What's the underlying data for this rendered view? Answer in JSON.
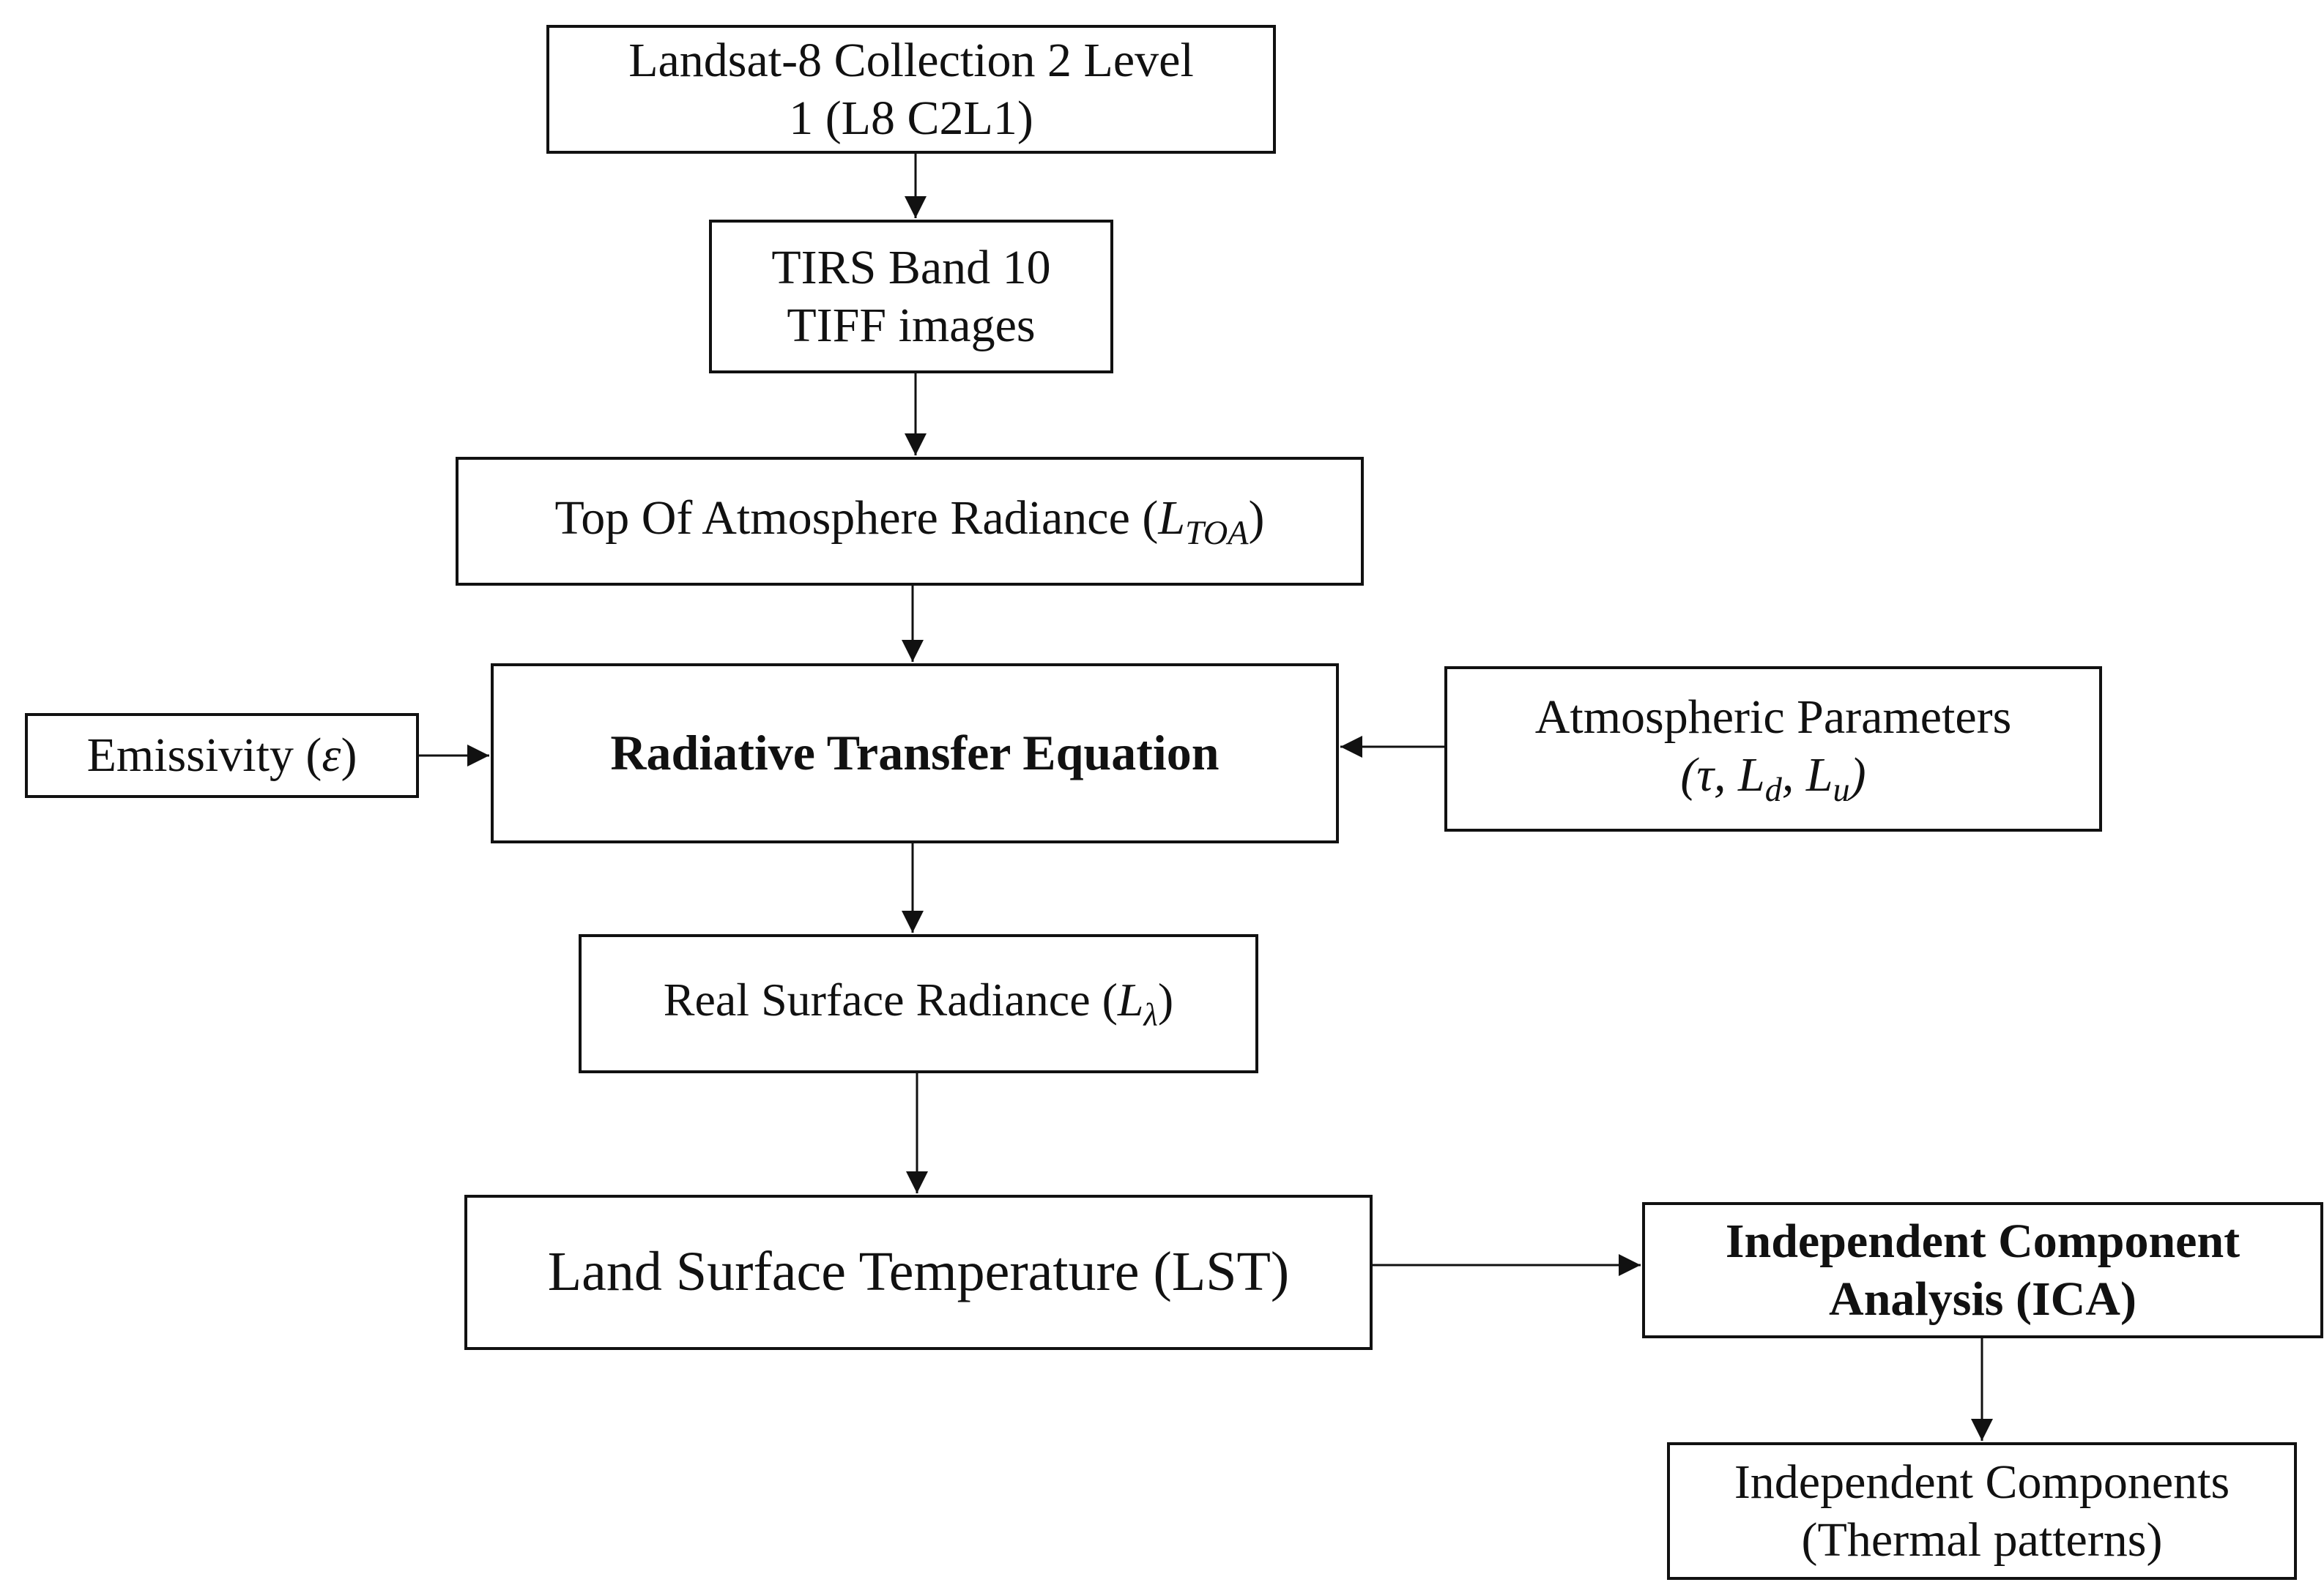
{
  "nodes": {
    "l8": {
      "line1": "Landsat-8 Collection 2 Level",
      "line2": "1 (L8 C2L1)"
    },
    "tirs": {
      "line1": "TIRS Band 10",
      "line2": "TIFF images"
    },
    "toa": {
      "text": "Top Of Atmosphere Radiance (",
      "symbol": "L",
      "subscript": "TOA",
      "close": ")"
    },
    "rte": {
      "text": "Radiative Transfer Equation"
    },
    "emissivity": {
      "text": "Emissivity (",
      "symbol": "ε",
      "close": ")"
    },
    "atmospheric": {
      "line1": "Atmospheric Parameters",
      "open": "(",
      "tau": "τ",
      "sep1": ", ",
      "ld_symbol": "L",
      "ld_sub": "d",
      "sep2": ", ",
      "lu_symbol": "L",
      "lu_sub": "u",
      "close": ")"
    },
    "rsr": {
      "text": "Real Surface Radiance (",
      "symbol": "L",
      "subscript": "λ",
      "close": ")"
    },
    "lst": {
      "text": "Land Surface Temperature (LST)"
    },
    "ica": {
      "line1": "Independent Component",
      "line2": "Analysis (ICA)"
    },
    "ic": {
      "line1": "Independent Components",
      "line2": "(Thermal patterns)"
    }
  },
  "edges": [
    {
      "from": "l8",
      "to": "tirs"
    },
    {
      "from": "tirs",
      "to": "toa"
    },
    {
      "from": "toa",
      "to": "rte"
    },
    {
      "from": "emissivity",
      "to": "rte"
    },
    {
      "from": "atmospheric",
      "to": "rte"
    },
    {
      "from": "rte",
      "to": "rsr"
    },
    {
      "from": "rsr",
      "to": "lst"
    },
    {
      "from": "lst",
      "to": "ica"
    },
    {
      "from": "ica",
      "to": "ic"
    }
  ]
}
